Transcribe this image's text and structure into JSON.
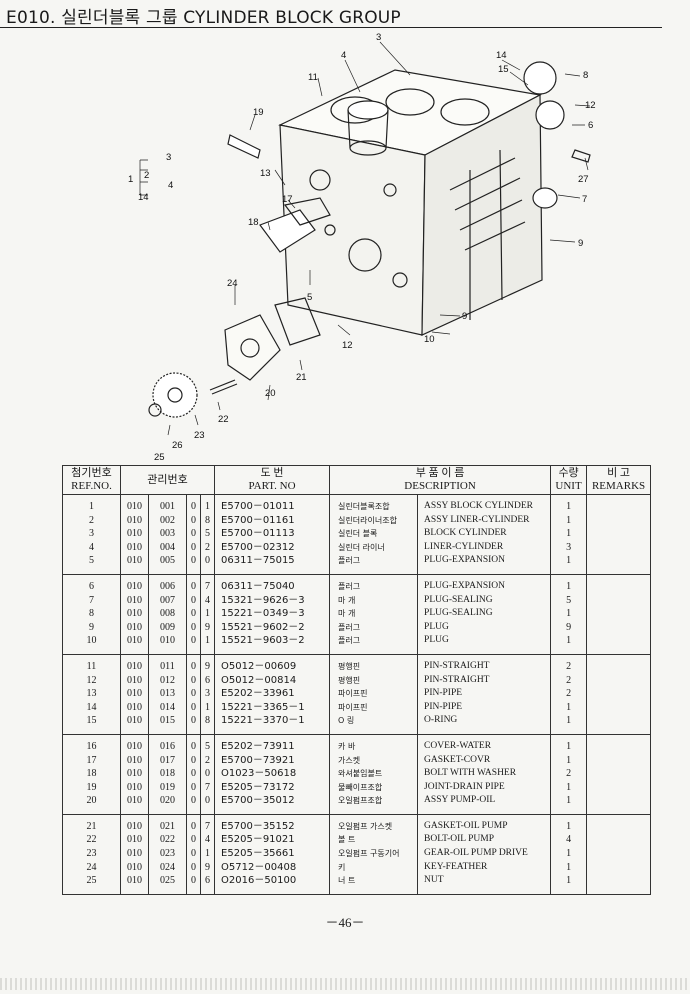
{
  "header": {
    "title": "E010. 실린더블록 그룹 CYLINDER BLOCK GROUP"
  },
  "diagram": {
    "callouts": [
      "3",
      "4",
      "14",
      "15",
      "8",
      "11",
      "12",
      "19",
      "6",
      "13",
      "27",
      "17",
      "7",
      "18",
      "9",
      "5",
      "24",
      "12",
      "9",
      "10",
      "21",
      "20",
      "22",
      "23",
      "26",
      "25",
      "1",
      "2",
      "3",
      "4",
      "14"
    ]
  },
  "table": {
    "headers": {
      "ref_kr": "첨기번호",
      "ref_en": "REF.NO.",
      "mgmt_kr": "관리번호",
      "part_kr": "도    번",
      "part_en": "PART. NO",
      "desc_kr": "부  품  이  름",
      "desc_en": "DESCRIPTION",
      "unit_kr": "수량",
      "unit_en": "UNIT",
      "remarks_kr": "비      고",
      "remarks_en": "REMARKS"
    },
    "groups": [
      [
        {
          "ref": "1",
          "m1": "010",
          "m2": "001",
          "m3": "0",
          "m4": "1",
          "part": "E5700－01011",
          "kr": "실린더블록조합",
          "en": "ASSY BLOCK CYLINDER",
          "unit": "1"
        },
        {
          "ref": "2",
          "m1": "010",
          "m2": "002",
          "m3": "0",
          "m4": "8",
          "part": "E5700－01161",
          "kr": "실린더라이너조합",
          "en": "ASSY LINER-CYLINDER",
          "unit": "1"
        },
        {
          "ref": "3",
          "m1": "010",
          "m2": "003",
          "m3": "0",
          "m4": "5",
          "part": "E5700－01113",
          "kr": "실린더 블록",
          "en": "BLOCK CYLINDER",
          "unit": "1"
        },
        {
          "ref": "4",
          "m1": "010",
          "m2": "004",
          "m3": "0",
          "m4": "2",
          "part": "E5700－02312",
          "kr": "실린더 라이너",
          "en": "LINER-CYLINDER",
          "unit": "3"
        },
        {
          "ref": "5",
          "m1": "010",
          "m2": "005",
          "m3": "0",
          "m4": "0",
          "part": "06311－75015",
          "kr": "플러그",
          "en": "PLUG-EXPANSION",
          "unit": "1"
        }
      ],
      [
        {
          "ref": "6",
          "m1": "010",
          "m2": "006",
          "m3": "0",
          "m4": "7",
          "part": "06311－75040",
          "kr": "플러그",
          "en": "PLUG-EXPANSION",
          "unit": "1"
        },
        {
          "ref": "7",
          "m1": "010",
          "m2": "007",
          "m3": "0",
          "m4": "4",
          "part": "15321－9626－3",
          "kr": "마  개",
          "en": "PLUG-SEALING",
          "unit": "5"
        },
        {
          "ref": "8",
          "m1": "010",
          "m2": "008",
          "m3": "0",
          "m4": "1",
          "part": "15221－0349－3",
          "kr": "마  개",
          "en": "PLUG-SEALING",
          "unit": "1"
        },
        {
          "ref": "9",
          "m1": "010",
          "m2": "009",
          "m3": "0",
          "m4": "9",
          "part": "15521－9602－2",
          "kr": "플러그",
          "en": "PLUG",
          "unit": "9"
        },
        {
          "ref": "10",
          "m1": "010",
          "m2": "010",
          "m3": "0",
          "m4": "1",
          "part": "15521－9603－2",
          "kr": "플러그",
          "en": "PLUG",
          "unit": "1"
        }
      ],
      [
        {
          "ref": "11",
          "m1": "010",
          "m2": "011",
          "m3": "0",
          "m4": "9",
          "part": "O5012－00609",
          "kr": "평행핀",
          "en": "PIN-STRAIGHT",
          "unit": "2"
        },
        {
          "ref": "12",
          "m1": "010",
          "m2": "012",
          "m3": "0",
          "m4": "6",
          "part": "O5012－00814",
          "kr": "평행핀",
          "en": "PIN-STRAIGHT",
          "unit": "2"
        },
        {
          "ref": "13",
          "m1": "010",
          "m2": "013",
          "m3": "0",
          "m4": "3",
          "part": "E5202－33961",
          "kr": "파이프핀",
          "en": "PIN-PIPE",
          "unit": "2"
        },
        {
          "ref": "14",
          "m1": "010",
          "m2": "014",
          "m3": "0",
          "m4": "1",
          "part": "15221－3365－1",
          "kr": "파이프핀",
          "en": "PIN-PIPE",
          "unit": "1"
        },
        {
          "ref": "15",
          "m1": "010",
          "m2": "015",
          "m3": "0",
          "m4": "8",
          "part": "15221－3370－1",
          "kr": "O  링",
          "en": "O-RING",
          "unit": "1"
        }
      ],
      [
        {
          "ref": "16",
          "m1": "010",
          "m2": "016",
          "m3": "0",
          "m4": "5",
          "part": "E5202－73911",
          "kr": "카  바",
          "en": "COVER-WATER",
          "unit": "1"
        },
        {
          "ref": "17",
          "m1": "010",
          "m2": "017",
          "m3": "0",
          "m4": "2",
          "part": "E5700－73921",
          "kr": "가스켓",
          "en": "GASKET-COVR",
          "unit": "1"
        },
        {
          "ref": "18",
          "m1": "010",
          "m2": "018",
          "m3": "0",
          "m4": "0",
          "part": "O1023－50618",
          "kr": "와셔붙임볼트",
          "en": "BOLT WITH WASHER",
          "unit": "2"
        },
        {
          "ref": "19",
          "m1": "010",
          "m2": "019",
          "m3": "0",
          "m4": "7",
          "part": "E5205－73172",
          "kr": "물빼이프조합",
          "en": "JOINT-DRAIN PIPE",
          "unit": "1"
        },
        {
          "ref": "20",
          "m1": "010",
          "m2": "020",
          "m3": "0",
          "m4": "0",
          "part": "E5700－35012",
          "kr": "오일펌프조합",
          "en": "ASSY PUMP-OIL",
          "unit": "1"
        }
      ],
      [
        {
          "ref": "21",
          "m1": "010",
          "m2": "021",
          "m3": "0",
          "m4": "7",
          "part": "E5700－35152",
          "kr": "오일펌프 가스켓",
          "en": "GASKET-OIL PUMP",
          "unit": "1"
        },
        {
          "ref": "22",
          "m1": "010",
          "m2": "022",
          "m3": "0",
          "m4": "4",
          "part": "E5205－91021",
          "kr": "볼  트",
          "en": "BOLT-OIL PUMP",
          "unit": "4"
        },
        {
          "ref": "23",
          "m1": "010",
          "m2": "023",
          "m3": "0",
          "m4": "1",
          "part": "E5205－35661",
          "kr": "오일펌프 구동기어",
          "en": "GEAR-OIL PUMP DRIVE",
          "unit": "1"
        },
        {
          "ref": "24",
          "m1": "010",
          "m2": "024",
          "m3": "0",
          "m4": "9",
          "part": "O5712－00408",
          "kr": "키",
          "en": "KEY-FEATHER",
          "unit": "1"
        },
        {
          "ref": "25",
          "m1": "010",
          "m2": "025",
          "m3": "0",
          "m4": "6",
          "part": "O2016－50100",
          "kr": "너  트",
          "en": "NUT",
          "unit": "1"
        }
      ]
    ]
  },
  "footer": {
    "page_number": "－46－"
  }
}
